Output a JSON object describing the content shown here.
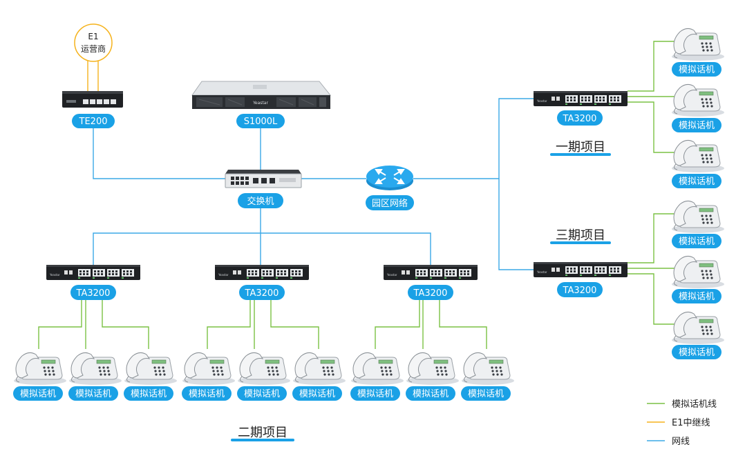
{
  "colors": {
    "network_line": "#3aa8e6",
    "analog_line": "#7ac143",
    "e1_line": "#f5b21b",
    "label_pill": "#1aa1e6",
    "device_dark": "#222222"
  },
  "nodes": {
    "e1_provider": {
      "line1": "E1",
      "line2": "运营商"
    },
    "te200": {
      "label": "TE200"
    },
    "s1000l": {
      "label": "S1000L"
    },
    "switch": {
      "label": "交换机"
    },
    "campus_network": {
      "label": "园区网络"
    },
    "ta3200_phase1": {
      "label": "TA3200"
    },
    "ta3200_phase3": {
      "label": "TA3200"
    },
    "ta3200_phase2": [
      {
        "label": "TA3200"
      },
      {
        "label": "TA3200"
      },
      {
        "label": "TA3200"
      }
    ],
    "phones_right": [
      {
        "label": "模拟话机"
      },
      {
        "label": "模拟话机"
      },
      {
        "label": "模拟话机"
      },
      {
        "label": "模拟话机"
      },
      {
        "label": "模拟话机"
      },
      {
        "label": "模拟话机"
      }
    ],
    "phones_bottom": [
      {
        "label": "模拟话机"
      },
      {
        "label": "模拟话机"
      },
      {
        "label": "模拟话机"
      },
      {
        "label": "模拟话机"
      },
      {
        "label": "模拟话机"
      },
      {
        "label": "模拟话机"
      },
      {
        "label": "模拟话机"
      },
      {
        "label": "模拟话机"
      },
      {
        "label": "模拟话机"
      }
    ]
  },
  "phases": {
    "phase1": "一期项目",
    "phase2": "二期项目",
    "phase3": "三期项目"
  },
  "legend": [
    {
      "label": "模拟话机线",
      "color_key": "analog_line"
    },
    {
      "label": "E1中继线",
      "color_key": "e1_line"
    },
    {
      "label": "网线",
      "color_key": "network_line"
    }
  ]
}
